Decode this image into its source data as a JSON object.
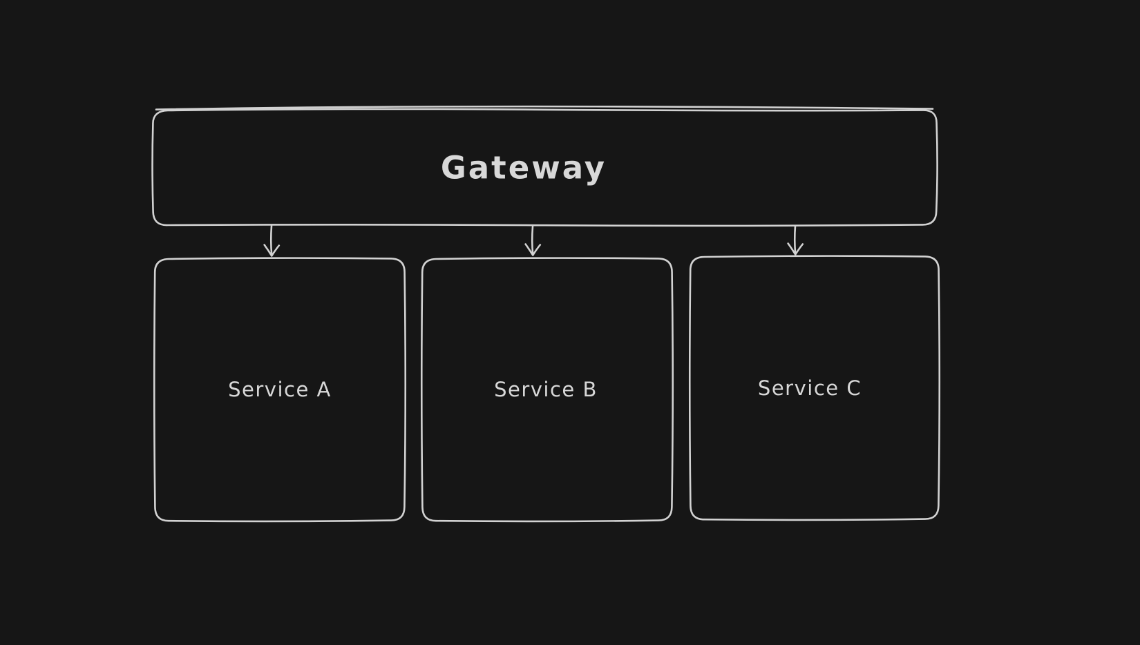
{
  "colors": {
    "background": "#161616",
    "stroke": "#d2d2d2",
    "text": "#d8d8d8"
  },
  "diagram": {
    "gateway": {
      "label": "Gateway"
    },
    "services": [
      {
        "label": "Service A"
      },
      {
        "label": "Service B"
      },
      {
        "label": "Service C"
      }
    ],
    "arrows": [
      {
        "from": "Gateway",
        "to": "Service A"
      },
      {
        "from": "Gateway",
        "to": "Service B"
      },
      {
        "from": "Gateway",
        "to": "Service C"
      }
    ]
  }
}
